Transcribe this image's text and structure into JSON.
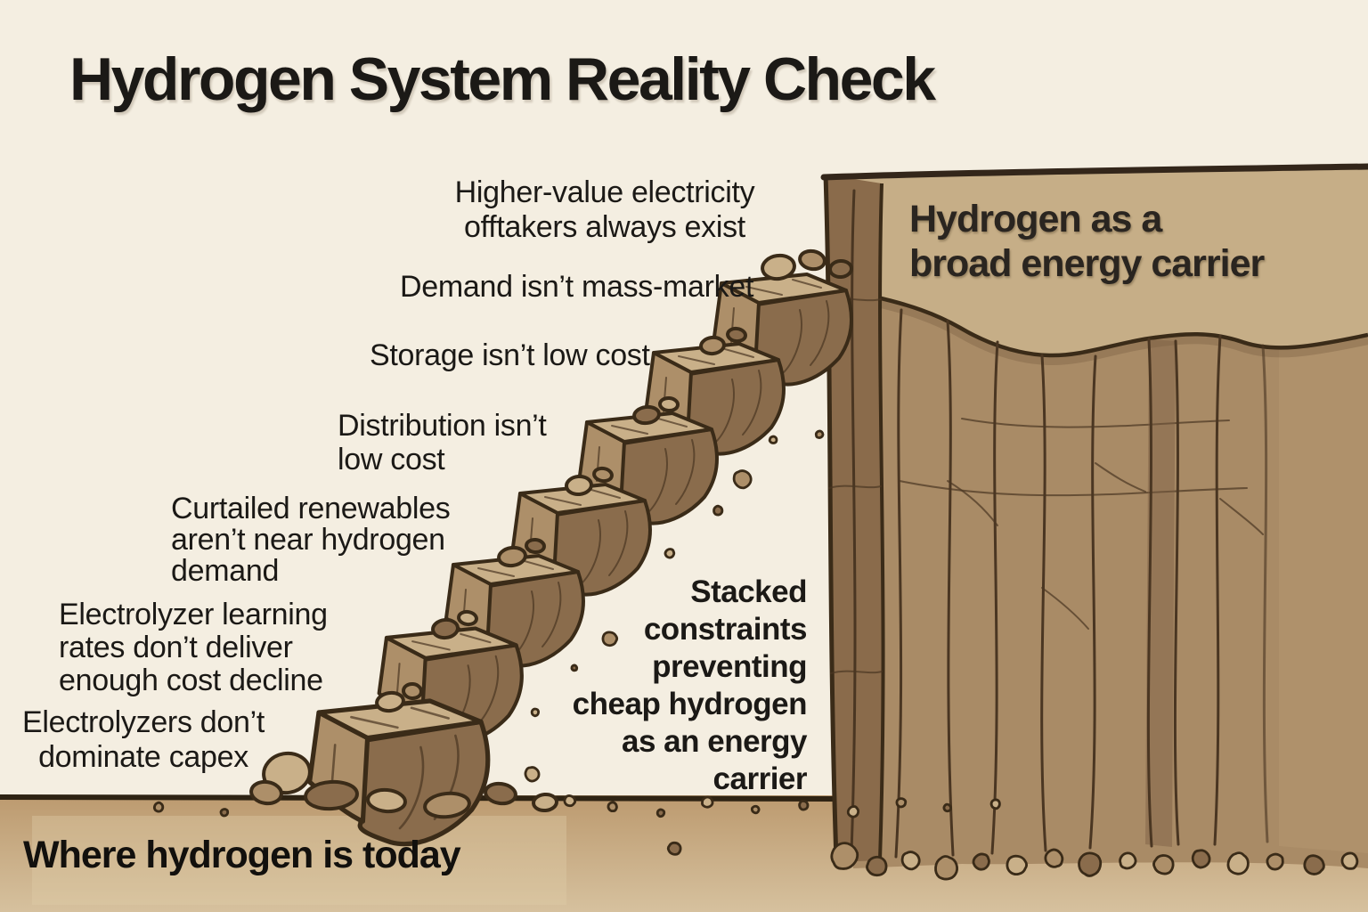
{
  "title": "Hydrogen System Reality Check",
  "summit": {
    "label": "Hydrogen as a\nbroad energy carrier"
  },
  "base": {
    "label": "Where hydrogen is today"
  },
  "gap_annotation": {
    "label": "Stacked\nconstraints\npreventing\ncheap hydrogen\nas an energy carrier"
  },
  "constraints": [
    {
      "id": "offtakers",
      "label": "Higher-value electricity\nofftakers always exist"
    },
    {
      "id": "demand",
      "label": "Demand isn’t mass-market"
    },
    {
      "id": "storage",
      "label": "Storage isn’t low cost"
    },
    {
      "id": "distribution",
      "label": "Distribution isn’t\nlow cost"
    },
    {
      "id": "curtailment",
      "label": "Curtailed renewables\naren’t near hydrogen\ndemand"
    },
    {
      "id": "learning",
      "label": "Electrolyzer learning\nrates don’t deliver\nenough cost decline"
    },
    {
      "id": "capex",
      "label": "Electrolyzers don’t\ndominate capex"
    }
  ],
  "colors": {
    "paper": "#f4eee1",
    "ink": "#1b1916",
    "ground_a": "#c09e73",
    "ground_b": "#d6c19e",
    "ground_line": "#2e2313",
    "rock_top": "#c6ae87",
    "rock_face": "#a98b66",
    "rock_light": "#c9b089",
    "rock_mid": "#ad8f69",
    "rock_dark": "#8a6c4c",
    "pillar": "#8a6b4b",
    "outline": "#3a2b18",
    "crack": "#4a3622"
  }
}
